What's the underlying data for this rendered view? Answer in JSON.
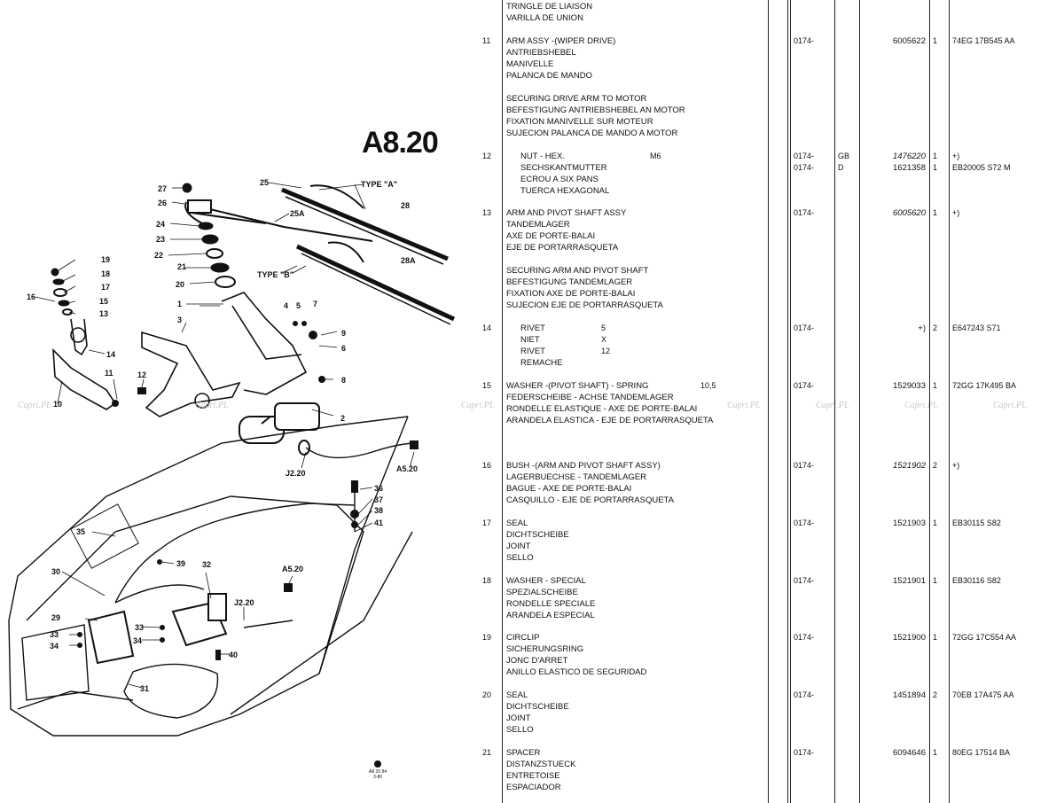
{
  "page_code": "A8.20",
  "watermark": "Capri.PL",
  "stamp": {
    "line1": "A8 20 84",
    "line2": "3-80"
  },
  "diagram_labels": {
    "type_a": "TYPE \"A\"",
    "type_b": "TYPE \"B\"",
    "ref_a5": "A5.20",
    "ref_j2": "J2.20",
    "callouts": [
      "1",
      "2",
      "3",
      "4",
      "5",
      "6",
      "7",
      "8",
      "9",
      "10",
      "11",
      "12",
      "13",
      "14",
      "15",
      "16",
      "17",
      "18",
      "19",
      "20",
      "21",
      "22",
      "23",
      "24",
      "25",
      "25A",
      "26",
      "27",
      "28",
      "28A",
      "29",
      "30",
      "31",
      "32",
      "33",
      "34",
      "35",
      "36",
      "37",
      "38",
      "39",
      "40",
      "41"
    ]
  },
  "parts": [
    {
      "item": "",
      "lines": [
        "TRINGLE DE LIAISON",
        "VARILLA DE UNION"
      ]
    },
    {
      "item": "11",
      "lines": [
        "ARM ASSY -(WIPER DRIVE)",
        "ANTRIEBSHEBEL",
        "MANIVELLE",
        "PALANCA DE MANDO"
      ],
      "code": "0174-",
      "pn": "6005622",
      "qty": "1",
      "ford": "74EG 17B545 AA"
    },
    {
      "item": "",
      "lines": [
        "SECURING DRIVE ARM TO MOTOR",
        "BEFESTIGUNG ANTRIEBSHEBEL AN MOTOR",
        "FIXATION MANIVELLE SUR MOTEUR",
        "SUJECION PALANCA DE MANDO A MOTOR"
      ]
    },
    {
      "item": "12",
      "lines": [
        "NUT - HEX.",
        "SECHSKANTMUTTER",
        "ECROU A SIX PANS",
        "TUERCA HEXAGONAL"
      ],
      "indent": true,
      "spec": "M6",
      "sub": [
        {
          "code": "0174-",
          "cc": "GB",
          "pn": "1476220",
          "pn_italic": true,
          "qty": "1",
          "ford": "+)"
        },
        {
          "code": "0174-",
          "cc": "D",
          "pn": "1621358",
          "qty": "1",
          "ford": "EB20005 S72 M"
        }
      ]
    },
    {
      "item": "13",
      "lines": [
        "ARM AND PIVOT SHAFT ASSY",
        "TANDEMLAGER",
        "AXE DE PORTE-BALAI",
        "EJE DE PORTARRASQUETA"
      ],
      "code": "0174-",
      "pn": "6005620",
      "pn_italic": true,
      "qty": "1",
      "ford": "+)"
    },
    {
      "item": "",
      "lines": [
        "SECURING ARM AND PIVOT SHAFT",
        "BEFESTIGUNG TANDEMLAGER",
        "FIXATION AXE DE PORTE-BALAI",
        "SUJECION EJE DE PORTARRASQUETA"
      ]
    },
    {
      "item": "14",
      "lines": [
        "RIVET",
        "NIET",
        "RIVET",
        "REMACHE"
      ],
      "indent": true,
      "spec": "5 X 12",
      "code": "0174-",
      "pn": "+)",
      "qty": "2",
      "ford": "E647243 S71"
    },
    {
      "item": "15",
      "lines": [
        "WASHER -(PIVOT SHAFT) - SPRING",
        "FEDERSCHEIBE - ACHSE TANDEMLAGER",
        "RONDELLE ELASTIQUE - AXE DE PORTE-BALAI",
        "ARANDELA ELASTICA - EJE DE PORTARRASQUETA"
      ],
      "spec": "10,5",
      "code": "0174-",
      "pn": "1529033",
      "qty": "1",
      "ford": "72GG 17K495 BA"
    },
    {
      "item": "16",
      "lines": [
        "BUSH -(ARM AND PIVOT SHAFT ASSY)",
        "LAGERBUECHSE - TANDEMLAGER",
        "BAGUE - AXE DE PORTE-BALAI",
        "CASQUILLO - EJE DE PORTARRASQUETA"
      ],
      "code": "0174-",
      "pn": "1521902",
      "pn_italic": true,
      "qty": "2",
      "ford": "+)"
    },
    {
      "item": "17",
      "lines": [
        "SEAL",
        "DICHTSCHEIBE",
        "JOINT",
        "SELLO"
      ],
      "code": "0174-",
      "pn": "1521903",
      "qty": "1",
      "ford": "EB30115 S82"
    },
    {
      "item": "18",
      "lines": [
        "WASHER - SPECIAL",
        "SPEZIALSCHEIBE",
        "RONDELLE SPECIALE",
        "ARANDELA ESPECIAL"
      ],
      "code": "0174-",
      "pn": "1521901",
      "qty": "1",
      "ford": "EB30116 S82"
    },
    {
      "item": "19",
      "lines": [
        "CIRCLIP",
        "SICHERUNGSRING",
        "JONC D'ARRET",
        "ANILLO ELASTICO DE SEGURIDAD"
      ],
      "code": "0174-",
      "pn": "1521900",
      "qty": "1",
      "ford": "72GG 17C554 AA"
    },
    {
      "item": "20",
      "lines": [
        "SEAL",
        "DICHTSCHEIBE",
        "JOINT",
        "SELLO"
      ],
      "code": "0174-",
      "pn": "1451894",
      "qty": "2",
      "ford": "70EB 17A475 AA"
    },
    {
      "item": "21",
      "lines": [
        "SPACER",
        "DISTANZSTUECK",
        "ENTRETOISE",
        "ESPACIADOR"
      ],
      "code": "0174-",
      "pn": "6094646",
      "qty": "1",
      "ford": "80EG 17514 BA"
    }
  ]
}
